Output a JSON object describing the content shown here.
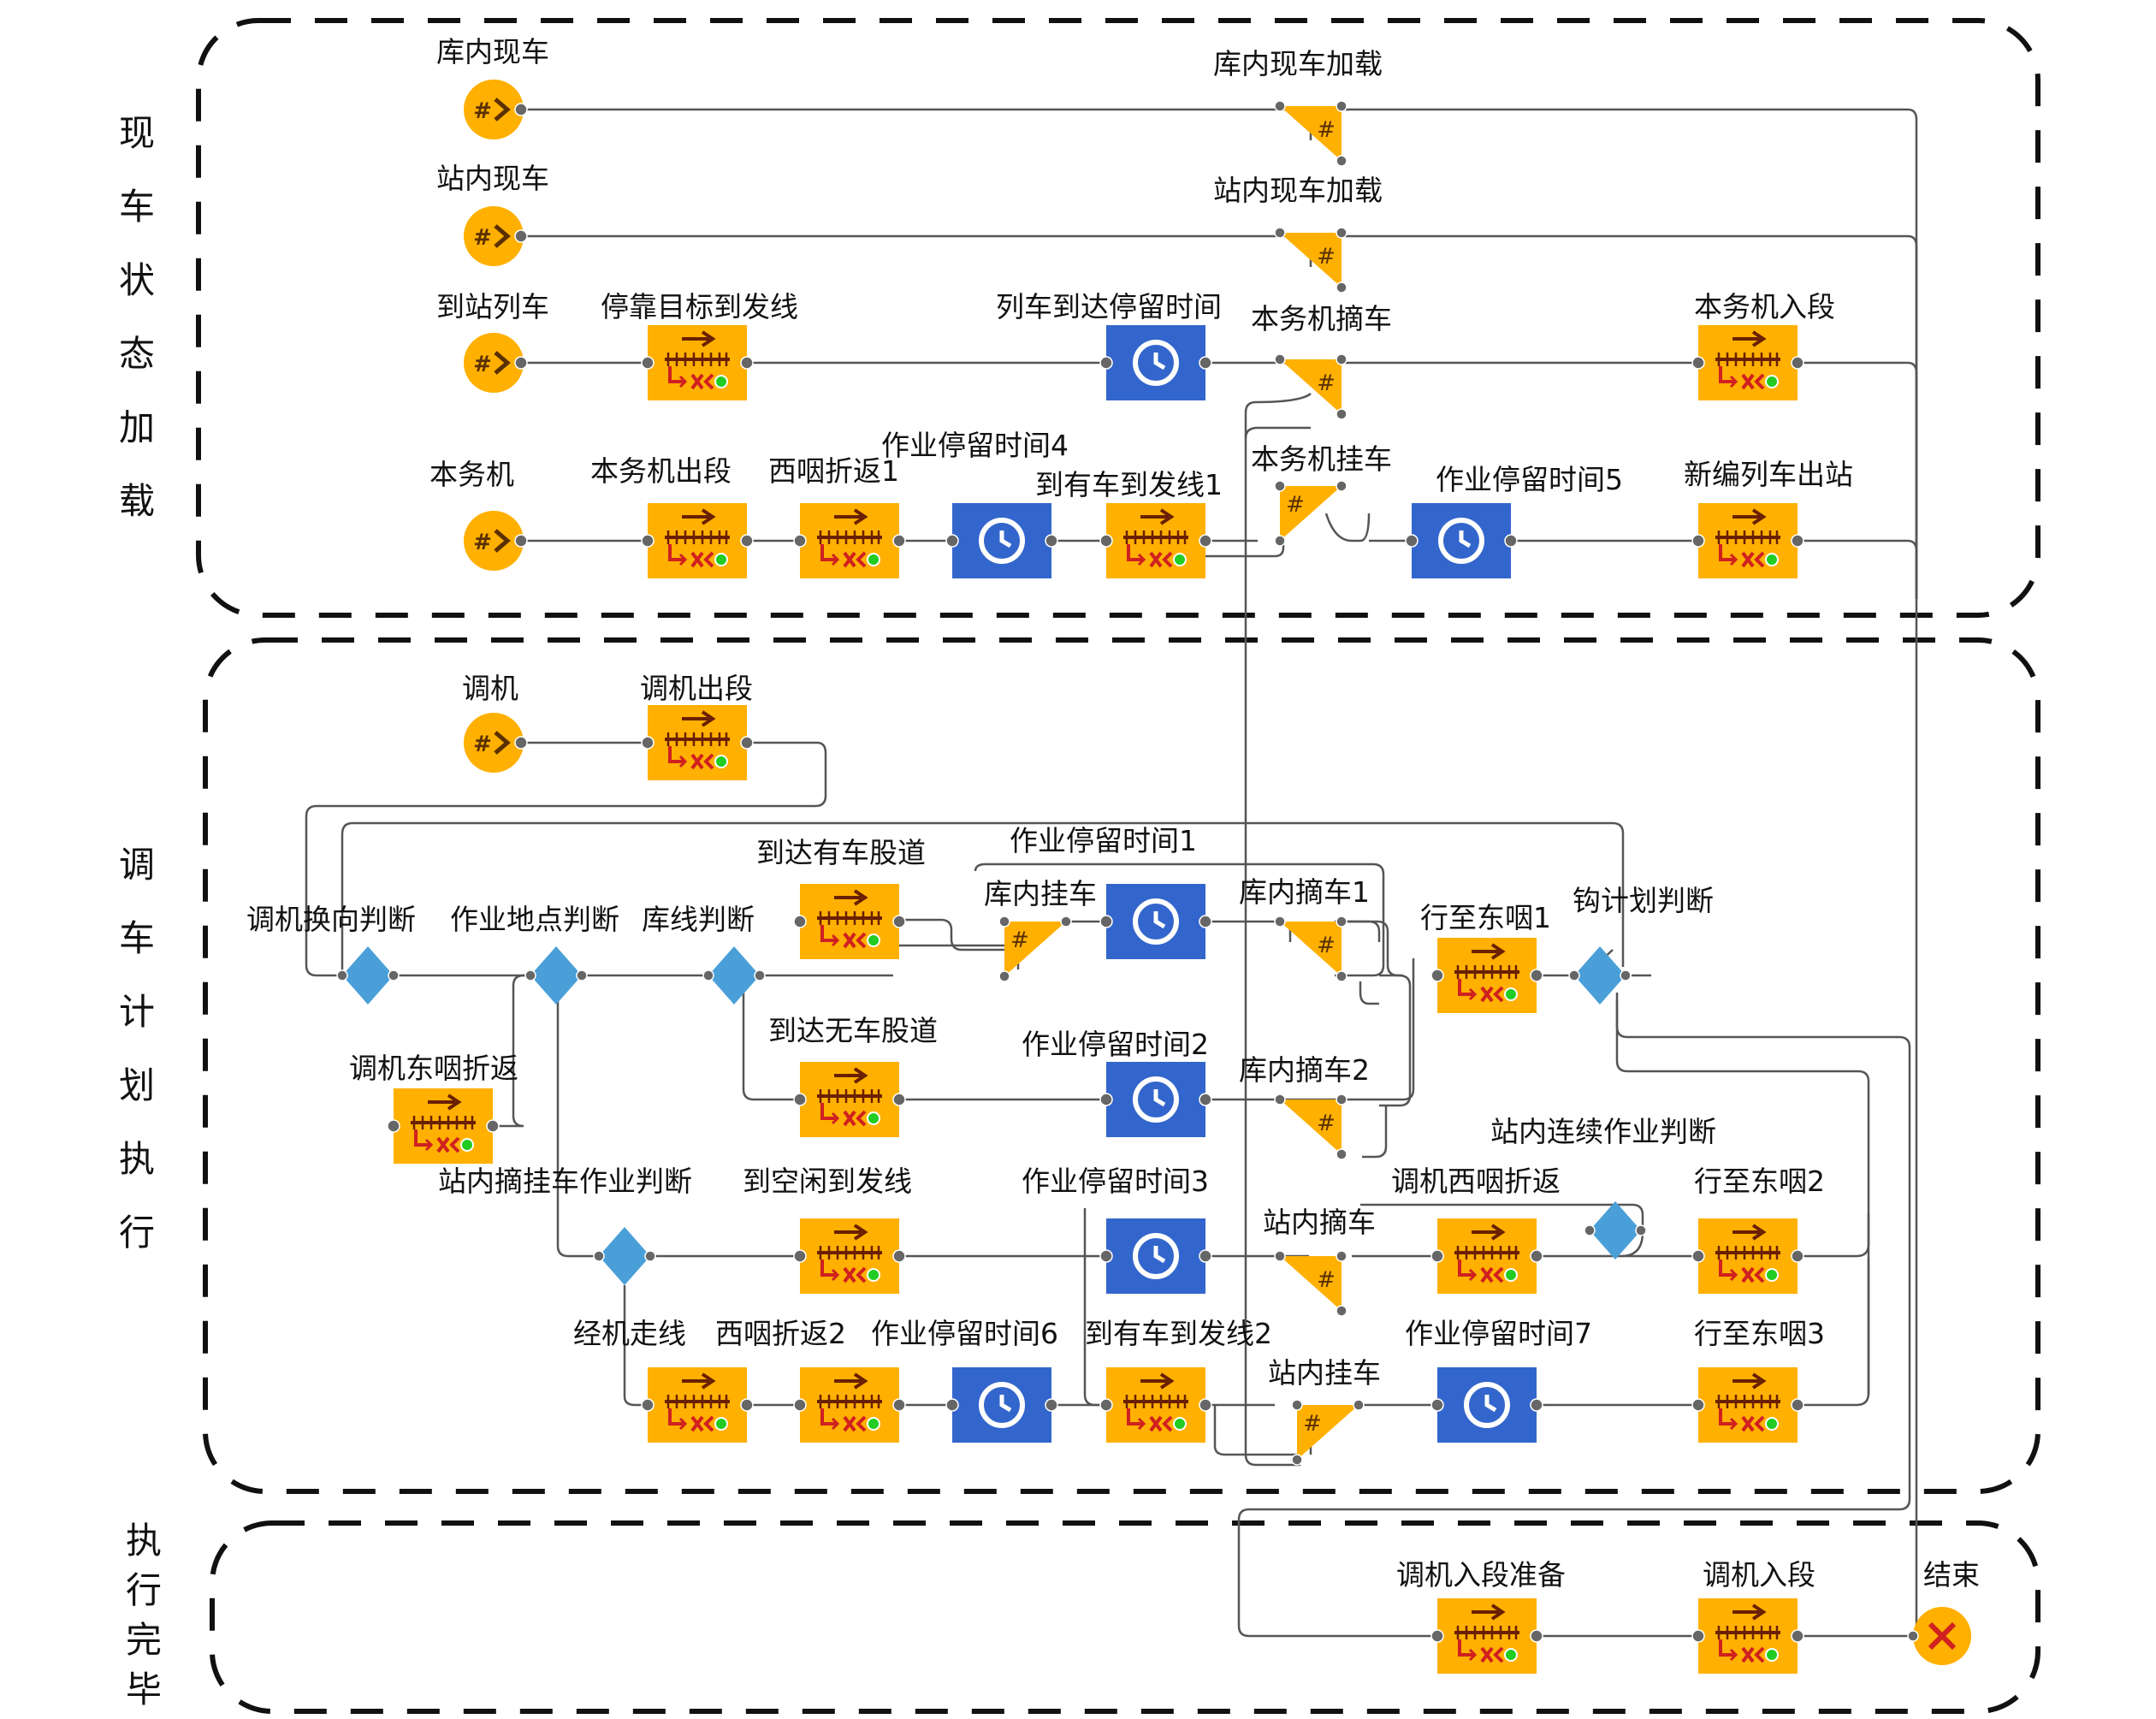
{
  "colors": {
    "accent_orange": "#FFB000",
    "delay_blue": "#3366CC",
    "decision_blue": "#4A9FD8",
    "connector": "#555555",
    "end_orange": "#FFB000",
    "end_cross": "#D02020"
  },
  "sections": {
    "section1": "现车状态加载",
    "section2": "调车计划执行",
    "section3": "执行完毕"
  },
  "labels": {
    "src_kunei": "库内现车",
    "hold_kunei_load": "库内现车加载",
    "src_zhannei": "站内现车",
    "hold_zhannei_load": "站内现车加载",
    "src_arrive_train": "到站列车",
    "conv_park_target": "停靠目标到发线",
    "delay_arrive_stay": "列车到达停留时间",
    "hold_benwuji_detach": "本务机摘车",
    "conv_benwuji_enter": "本务机入段",
    "src_benwuji": "本务机",
    "conv_benwuji_out": "本务机出段",
    "conv_west_return1": "西咽折返1",
    "delay_stay4": "作业停留时间4",
    "conv_to_occupied1": "到有车到发线1",
    "hold_benwuji_attach": "本务机挂车",
    "delay_stay5": "作业停留时间5",
    "conv_new_depart": "新编列车出站",
    "src_diaoji": "调机",
    "conv_diaoji_out": "调机出段",
    "dec_diaoji_reverse": "调机换向判断",
    "dec_work_location": "作业地点判断",
    "dec_track": "库线判断",
    "conv_to_occupied_track": "到达有车股道",
    "delay_stay1": "作业停留时间1",
    "hold_kunei_attach": "库内挂车",
    "hold_kunei_detach1": "库内摘车1",
    "conv_to_east1": "行至东咽1",
    "dec_hook_plan": "钩计划判断",
    "conv_to_empty_track": "到达无车股道",
    "delay_stay2": "作业停留时间2",
    "hold_kunei_detach2": "库内摘车2",
    "conv_diaoji_east_return": "调机东咽折返",
    "dec_station_continuous": "站内连续作业判断",
    "dec_station_attach_detach": "站内摘挂车作业判断",
    "conv_to_idle_track": "到空闲到发线",
    "delay_stay3": "作业停留时间3",
    "hold_station_detach": "站内摘车",
    "conv_diaoji_west_return": "调机西咽折返",
    "conv_to_east2": "行至东咽2",
    "conv_via_running_line": "经机走线",
    "conv_west_return2": "西咽折返2",
    "delay_stay6": "作业停留时间6",
    "conv_to_occupied2": "到有车到发线2",
    "hold_station_attach": "站内挂车",
    "delay_stay7": "作业停留时间7",
    "conv_to_east3": "行至东咽3",
    "conv_diaoji_enter_prep": "调机入段准备",
    "conv_diaoji_enter": "调机入段",
    "end": "结束"
  }
}
